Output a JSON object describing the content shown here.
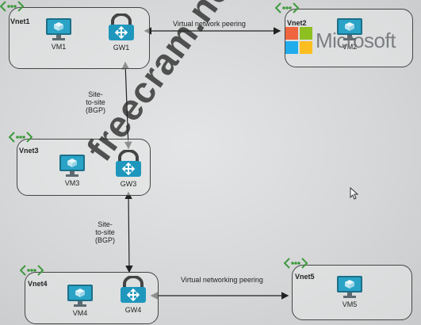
{
  "vnets": [
    {
      "id": "vnet1",
      "label": "Vnet1"
    },
    {
      "id": "vnet2",
      "label": "Vnet2"
    },
    {
      "id": "vnet3",
      "label": "Vnet3"
    },
    {
      "id": "vnet4",
      "label": "Vnet4"
    },
    {
      "id": "vnet5",
      "label": "Vnet5"
    }
  ],
  "nodes": {
    "vm1": "VM1",
    "gw1": "GW1",
    "vm2": "VM2",
    "vm3": "VM3",
    "gw3": "GW3",
    "vm4": "VM4",
    "gw4": "GW4",
    "vm5": "VM5"
  },
  "edges": {
    "peering_1_2": "Virtual network peering",
    "s2s_1_3": [
      "Site-",
      "to-site",
      "(BGP)"
    ],
    "s2s_3_4": [
      "Site-",
      "to-site",
      "(BGP)"
    ],
    "peering_4_5": "Virtual networking peering"
  },
  "overlay": {
    "watermark": "freecram.net",
    "brand": "Microsoft"
  },
  "colors": {
    "vm_screen": "#2aa3c7",
    "gateway": "#1f97bd",
    "ms_red": "#f25022",
    "ms_green": "#7fba00",
    "ms_blue": "#00a4ef",
    "ms_yellow": "#ffb900"
  }
}
